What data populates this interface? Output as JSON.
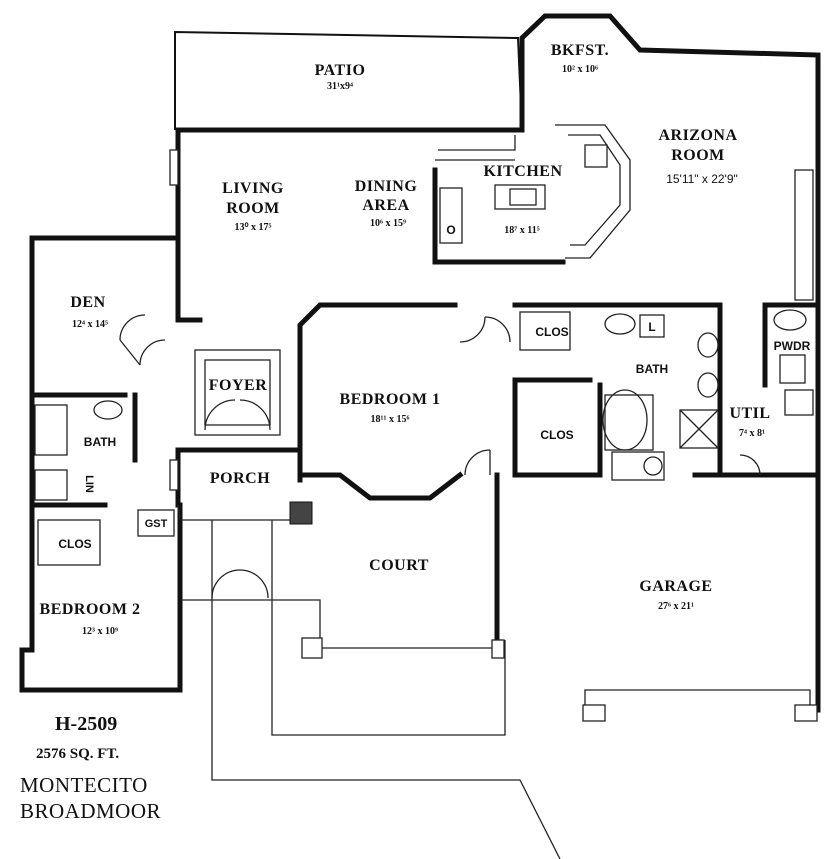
{
  "rooms": {
    "patio": {
      "name": "PATIO",
      "dim": "31¹x9⁴"
    },
    "bkfst": {
      "name": "BKFST.",
      "dim": "10² x 10⁶"
    },
    "arizona": {
      "name": "ARIZONA",
      "name2": "ROOM",
      "dim": "15'11\" x 22'9\""
    },
    "kitchen": {
      "name": "KITCHEN",
      "dim": "18⁷ x 11⁵"
    },
    "living": {
      "name": "LIVING",
      "name2": "ROOM",
      "dim": "13⁰ x 17⁵"
    },
    "dining": {
      "name": "DINING",
      "name2": "AREA",
      "dim": "10⁶ x 15⁹"
    },
    "den": {
      "name": "DEN",
      "dim": "12⁴ x 14⁵"
    },
    "foyer": {
      "name": "FOYER"
    },
    "bedroom1": {
      "name": "BEDROOM 1",
      "dim": "18¹¹ x 15⁶"
    },
    "bath_master": {
      "name": "BATH"
    },
    "clos_upper": {
      "name": "CLOS"
    },
    "clos_master": {
      "name": "CLOS"
    },
    "pwdr": {
      "name": "PWDR"
    },
    "util": {
      "name": "UTIL",
      "dim": "7⁴ x 8¹"
    },
    "bath2": {
      "name": "BATH"
    },
    "lin": {
      "name": "LIN"
    },
    "porch": {
      "name": "PORCH"
    },
    "gst": {
      "name": "GST"
    },
    "clos2": {
      "name": "CLOS"
    },
    "bedroom2": {
      "name": "BEDROOM 2",
      "dim": "12³ x 10⁹"
    },
    "court": {
      "name": "COURT"
    },
    "garage": {
      "name": "GARAGE",
      "dim": "27⁶ x 21¹"
    },
    "laundry_l": {
      "name": "L"
    },
    "oven_o": {
      "name": "O"
    }
  },
  "footer": {
    "plan_id": "H-2509",
    "sqft": "2576 SQ. FT.",
    "model_1": "MONTECITO",
    "model_2": "BROADMOOR"
  }
}
